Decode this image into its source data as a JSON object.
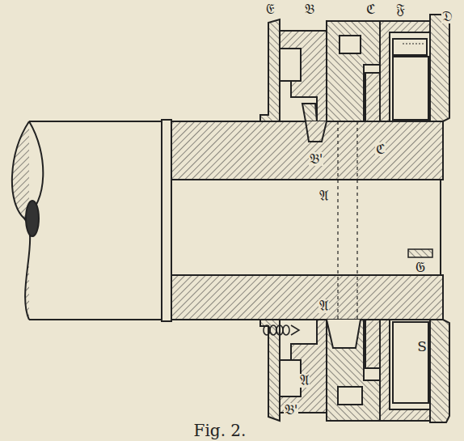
{
  "diagram": {
    "caption": "Fig. 2.",
    "labels": [
      "𝔈",
      "𝔅",
      "ℭ",
      "𝔉",
      "𝔇",
      "𝔅'",
      "ℭ",
      "𝔄",
      "𝔊",
      "𝔄",
      "𝔄",
      "S",
      "𝔅'"
    ]
  }
}
